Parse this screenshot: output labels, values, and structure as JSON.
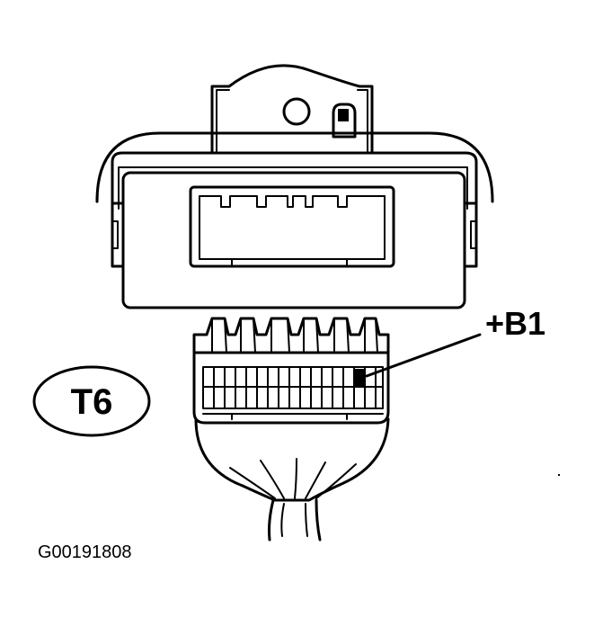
{
  "connector_label": "T6",
  "pin_label": "+B1",
  "figure_code": "G00191808",
  "colors": {
    "ink": "#000000",
    "paper": "#ffffff"
  }
}
